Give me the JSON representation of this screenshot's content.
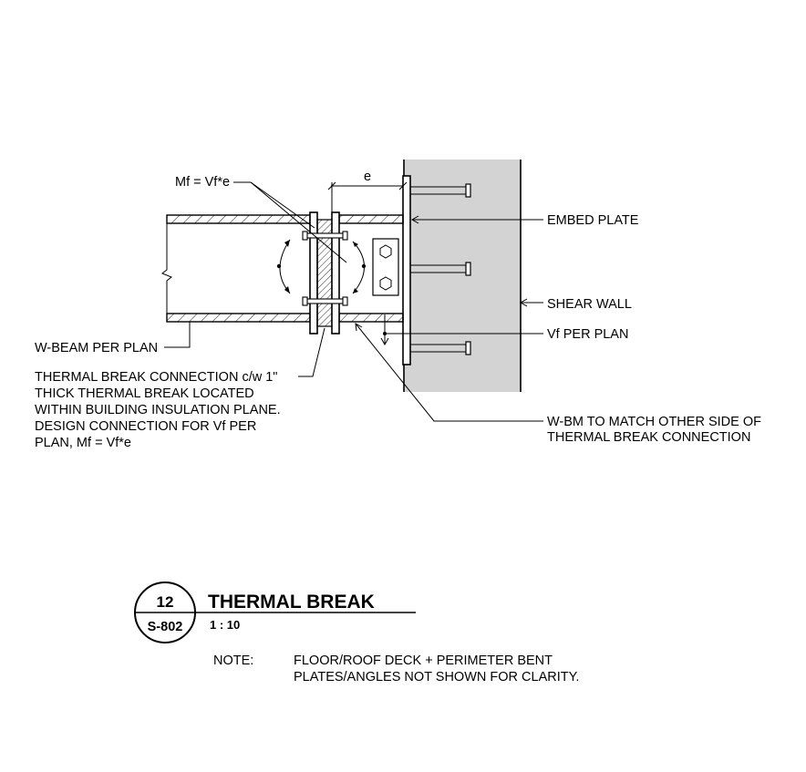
{
  "detail": {
    "number": "12",
    "sheet": "S-802",
    "title": "THERMAL BREAK",
    "scale": "1 : 10"
  },
  "labels": {
    "moment": "Mf = Vf*e",
    "eccentricity": "e",
    "embed_plate": "EMBED PLATE",
    "shear_wall": "SHEAR WALL",
    "vf_per_plan": "Vf PER PLAN",
    "w_beam": "W-BEAM PER PLAN",
    "thermal_break_lines": [
      "THERMAL BREAK CONNECTION c/w 1\"",
      "THICK THERMAL BREAK LOCATED",
      "WITHIN BUILDING INSULATION PLANE.",
      "DESIGN CONNECTION FOR Vf PER",
      "PLAN, Mf = Vf*e"
    ],
    "w_bm_match_lines": [
      "W-BM TO MATCH OTHER SIDE OF",
      "THERMAL BREAK CONNECTION"
    ]
  },
  "note": {
    "label": "NOTE:",
    "lines": [
      "FLOOR/ROOF DECK + PERIMETER BENT",
      "PLATES/ANGLES NOT SHOWN FOR CLARITY."
    ]
  }
}
